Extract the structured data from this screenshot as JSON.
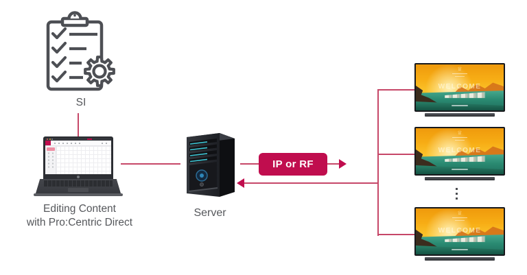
{
  "labels": {
    "si": "SI",
    "caption_line1": "Editing Content",
    "caption_line2": "with Pro:Centric Direct",
    "server": "Server",
    "badge": "IP or RF",
    "tv_welcome": "WELCOME"
  },
  "icons": {
    "si": "clipboard-checklist-with-gear",
    "editor": "laptop-running-procentric-editor",
    "server": "server-tower",
    "displays": "hotel-tv-welcome-screen",
    "more_displays": "vertical-ellipsis",
    "tv_crest_glyph": "♕"
  },
  "displays": {
    "visible_count": 3,
    "has_more_indicator": true
  },
  "colors": {
    "accent_red": "#c00d4e",
    "connector_pink": "#c64768",
    "label_gray": "#55575b",
    "icon_stroke_gray": "#4d4f54",
    "server_bay_teal": "#3fc6d4",
    "tv_sky_orange": "#f7ab15",
    "tv_water_teal": "#2a8a72",
    "background": "#ffffff"
  }
}
